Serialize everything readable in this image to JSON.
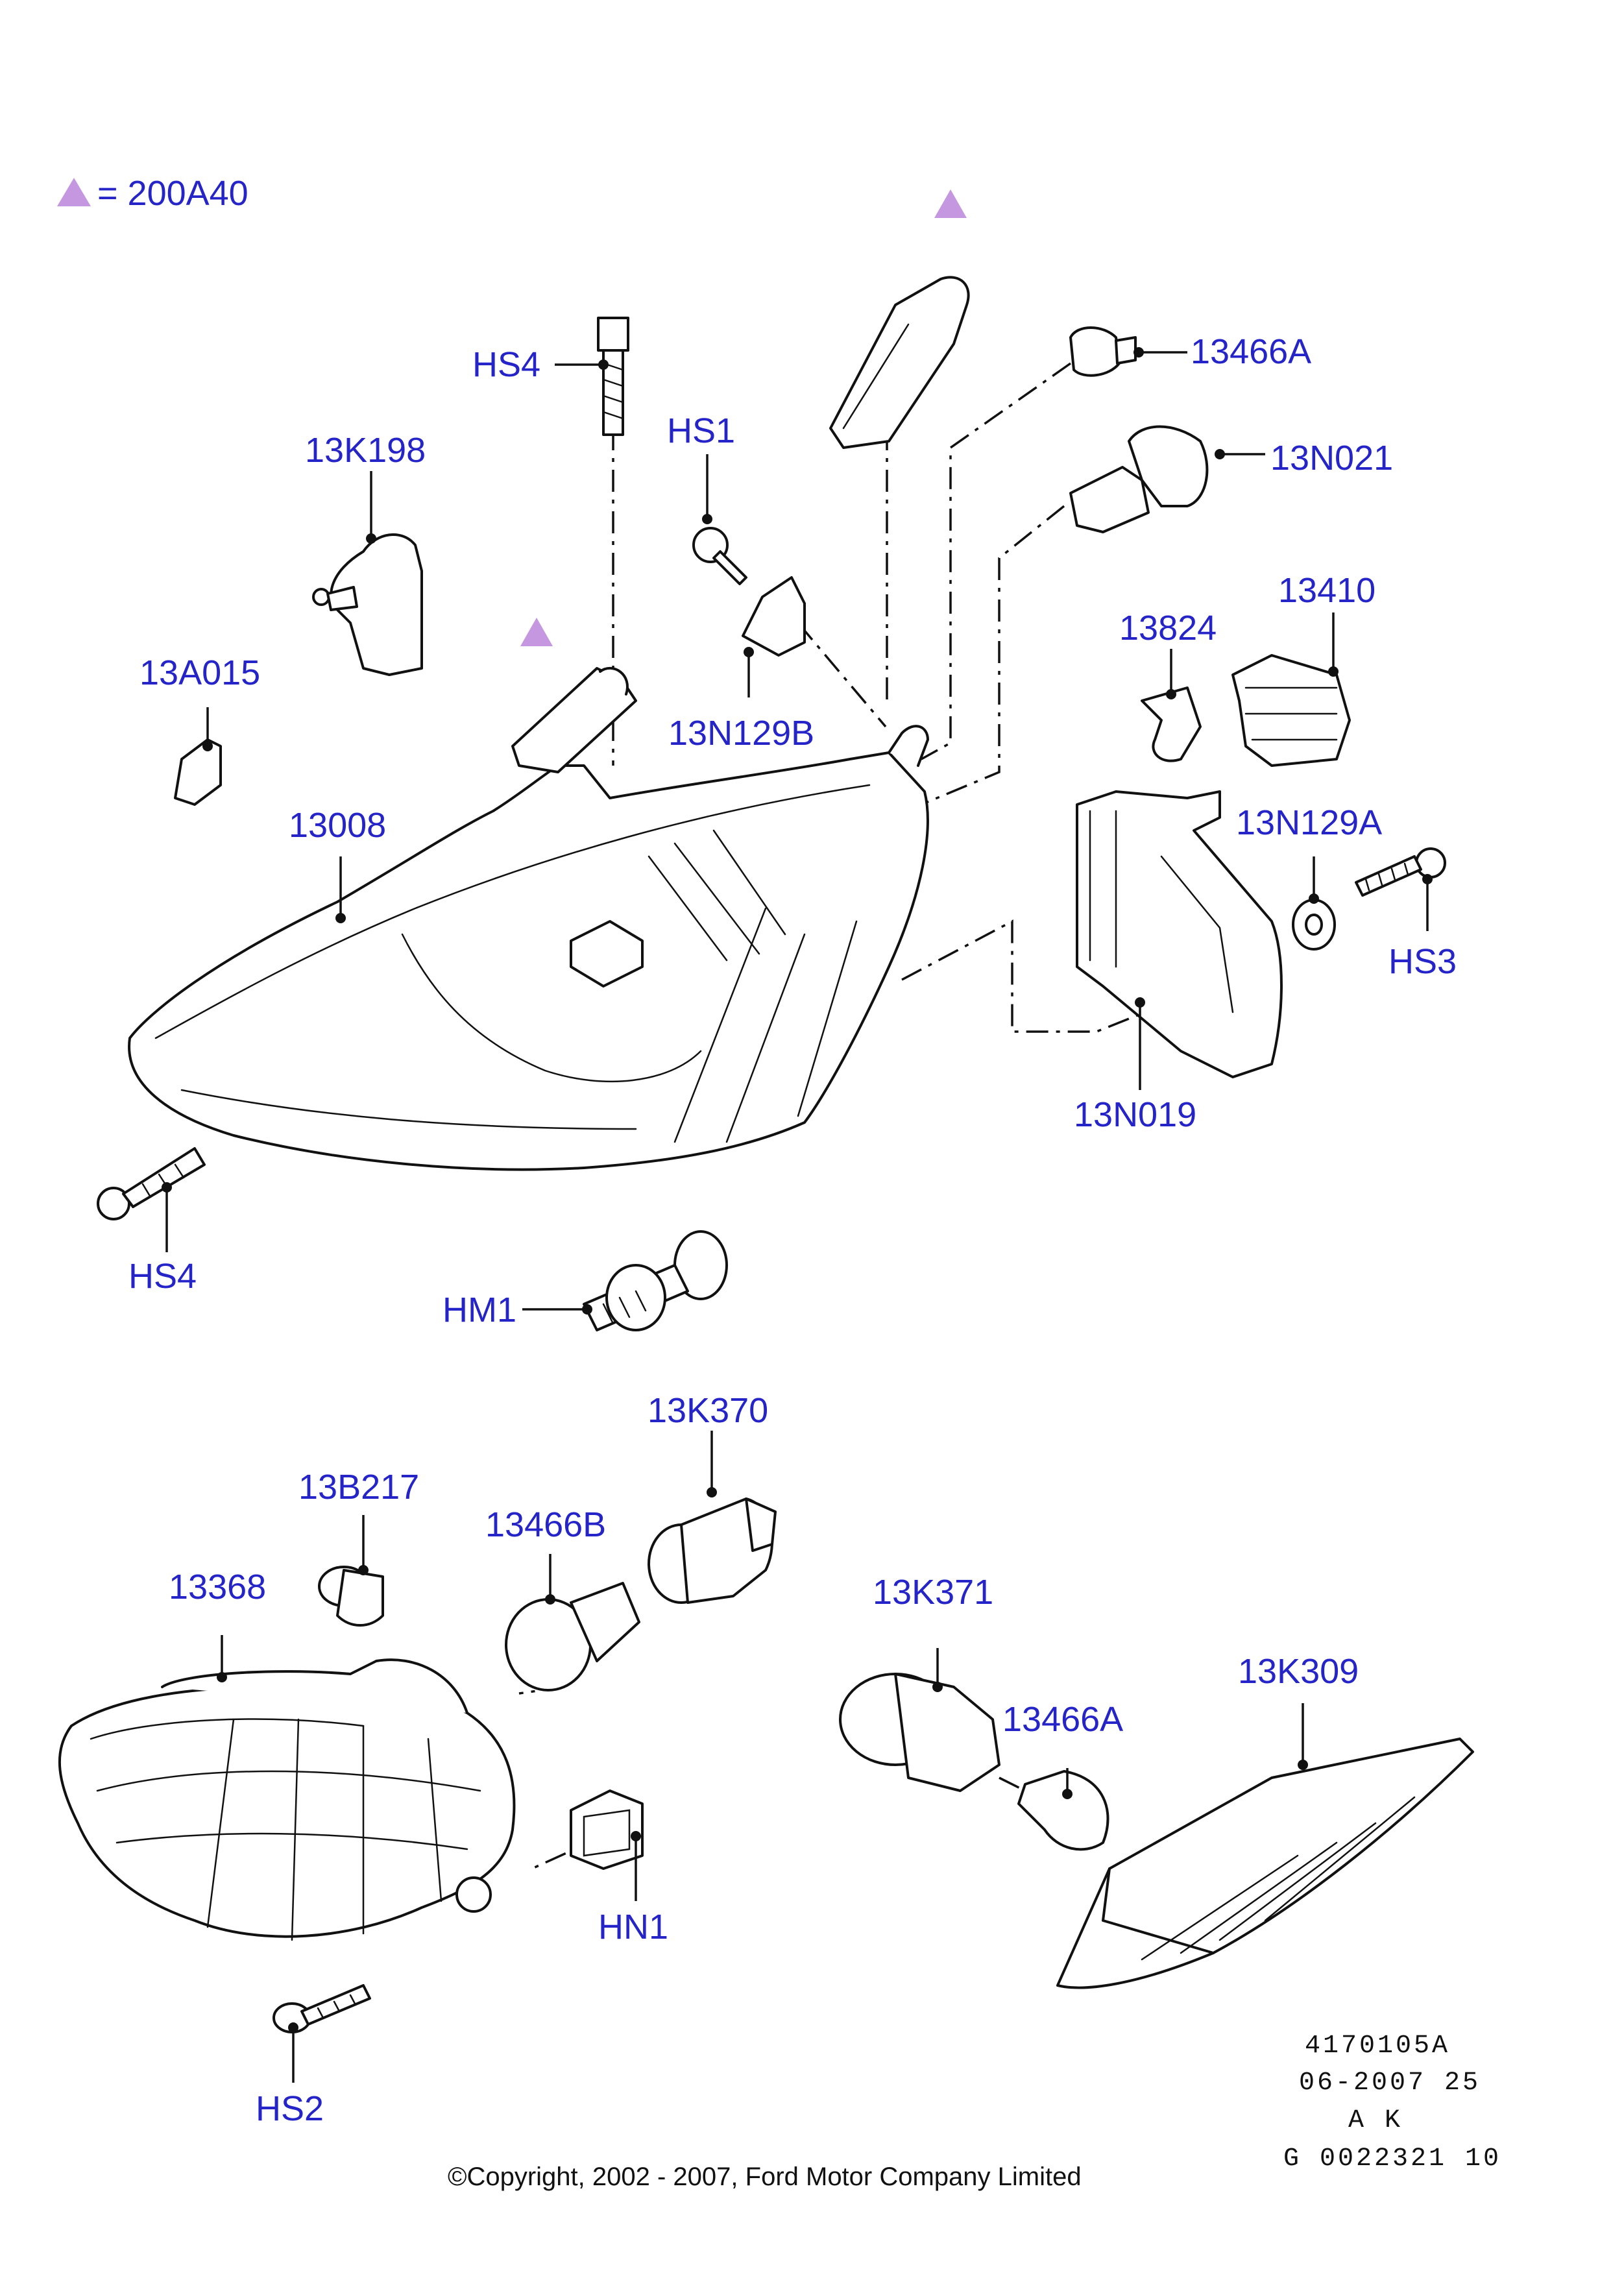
{
  "legend": {
    "symbol": "triangle-icon",
    "text": "= 200A40",
    "color": "#c597e0"
  },
  "callouts": {
    "hs4_top": "HS4",
    "c13k198": "13K198",
    "hs1": "HS1",
    "c13a015": "13A015",
    "c13n129b": "13N129B",
    "c13008": "13008",
    "c13466a_top": "13466A",
    "c13n021": "13N021",
    "c13410": "13410",
    "c13824": "13824",
    "c13n129a": "13N129A",
    "hs3": "HS3",
    "c13n019": "13N019",
    "hs4_bottom": "HS4",
    "hm1": "HM1",
    "c13k370": "13K370",
    "c13b217": "13B217",
    "c13466b": "13466B",
    "c13368": "13368",
    "c13k371": "13K371",
    "c13466a_bottom": "13466A",
    "c13k309": "13K309",
    "hn1": "HN1",
    "hs2": "HS2"
  },
  "stamp": {
    "line1": "4170105A",
    "line2": "06-2007 25",
    "line3": "A K",
    "line4": "G 0022321 10"
  },
  "copyright": "©Copyright, 2002 - 2007, Ford Motor Company Limited",
  "colors": {
    "callout": "#2424c8",
    "line": "#111111",
    "marker": "#c597e0"
  }
}
